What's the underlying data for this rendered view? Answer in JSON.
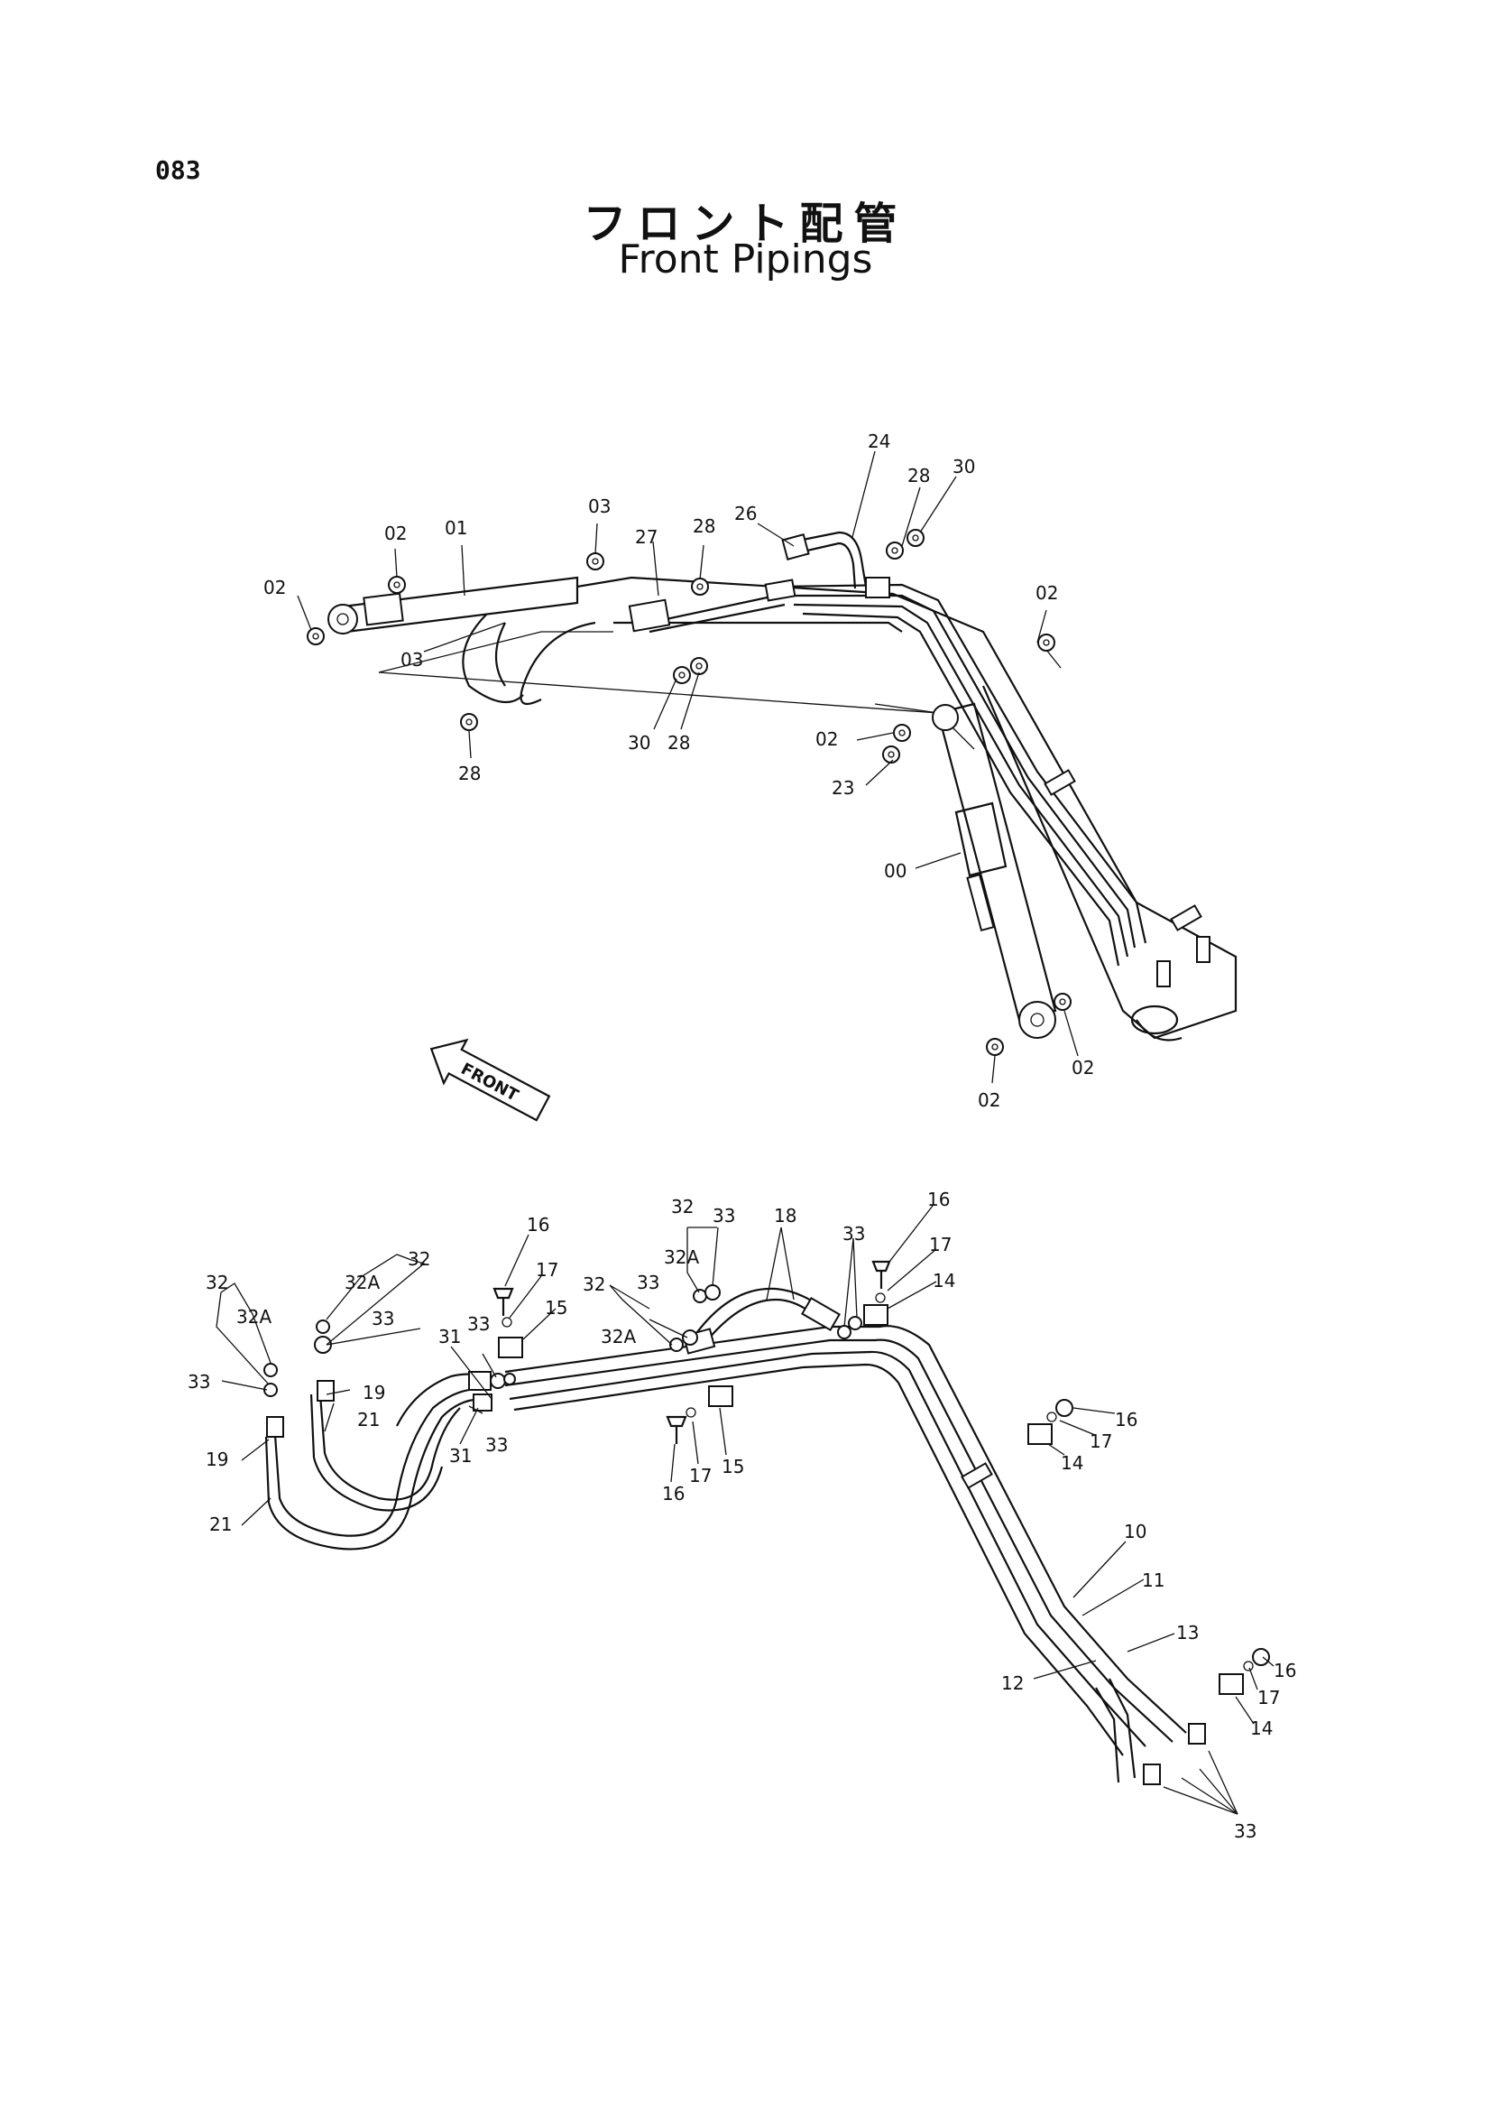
{
  "header": {
    "page_number": "083",
    "title_jp": "フロント配管",
    "title_en": "Front Pipings"
  },
  "front_arrow": {
    "label": "FRONT"
  },
  "upper_callouts": [
    {
      "id": "c01",
      "label": "01"
    },
    {
      "id": "c02a",
      "label": "02"
    },
    {
      "id": "c02b",
      "label": "02"
    },
    {
      "id": "c03a",
      "label": "03"
    },
    {
      "id": "c03b",
      "label": "03"
    },
    {
      "id": "c27",
      "label": "27"
    },
    {
      "id": "c28a",
      "label": "28"
    },
    {
      "id": "c26",
      "label": "26"
    },
    {
      "id": "c24",
      "label": "24"
    },
    {
      "id": "c28b",
      "label": "28"
    },
    {
      "id": "c30a",
      "label": "30"
    },
    {
      "id": "c02c",
      "label": "02"
    },
    {
      "id": "c30b",
      "label": "30"
    },
    {
      "id": "c28c",
      "label": "28"
    },
    {
      "id": "c28d",
      "label": "28"
    },
    {
      "id": "c02d",
      "label": "02"
    },
    {
      "id": "c23",
      "label": "23"
    },
    {
      "id": "c00",
      "label": "00"
    },
    {
      "id": "c02e",
      "label": "02"
    },
    {
      "id": "c02f",
      "label": "02"
    }
  ],
  "lower_callouts": [
    {
      "id": "d32a",
      "label": "32"
    },
    {
      "id": "d32Aa",
      "label": "32A"
    },
    {
      "id": "d33a",
      "label": "33"
    },
    {
      "id": "d19a",
      "label": "19"
    },
    {
      "id": "d21a",
      "label": "21"
    },
    {
      "id": "d32Ab",
      "label": "32A"
    },
    {
      "id": "d32b",
      "label": "32"
    },
    {
      "id": "d33b",
      "label": "33"
    },
    {
      "id": "d19b",
      "label": "19"
    },
    {
      "id": "d21b",
      "label": "21"
    },
    {
      "id": "d16a",
      "label": "16"
    },
    {
      "id": "d17a",
      "label": "17"
    },
    {
      "id": "d15a",
      "label": "15"
    },
    {
      "id": "d33c",
      "label": "33"
    },
    {
      "id": "d31a",
      "label": "31"
    },
    {
      "id": "d31b",
      "label": "31"
    },
    {
      "id": "d33d",
      "label": "33"
    },
    {
      "id": "d32c",
      "label": "32"
    },
    {
      "id": "d33e",
      "label": "33"
    },
    {
      "id": "d32Ac",
      "label": "32A"
    },
    {
      "id": "d32d",
      "label": "32"
    },
    {
      "id": "d32Ad",
      "label": "32A"
    },
    {
      "id": "d33f",
      "label": "33"
    },
    {
      "id": "d18",
      "label": "18"
    },
    {
      "id": "d33g",
      "label": "33"
    },
    {
      "id": "d16b",
      "label": "16"
    },
    {
      "id": "d17b",
      "label": "17"
    },
    {
      "id": "d14a",
      "label": "14"
    },
    {
      "id": "d16c",
      "label": "16"
    },
    {
      "id": "d17c",
      "label": "17"
    },
    {
      "id": "d15b",
      "label": "15"
    },
    {
      "id": "d16d",
      "label": "16"
    },
    {
      "id": "d17d",
      "label": "17"
    },
    {
      "id": "d14b",
      "label": "14"
    },
    {
      "id": "d10",
      "label": "10"
    },
    {
      "id": "d11",
      "label": "11"
    },
    {
      "id": "d13",
      "label": "13"
    },
    {
      "id": "d12",
      "label": "12"
    },
    {
      "id": "d16e",
      "label": "16"
    },
    {
      "id": "d17e",
      "label": "17"
    },
    {
      "id": "d14c",
      "label": "14"
    },
    {
      "id": "d33h",
      "label": "33"
    }
  ]
}
